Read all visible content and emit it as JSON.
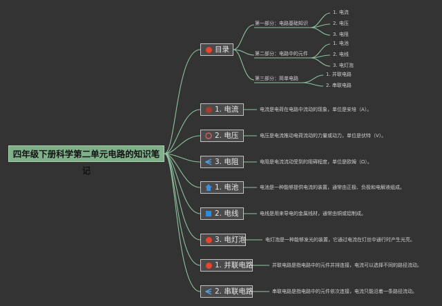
{
  "root": {
    "title": "四年级下册科学第二单元电路的知识笔记"
  },
  "toc": {
    "label": "目录",
    "parts": [
      {
        "label": "第一部分：电路基础知识",
        "items": [
          "1. 电流",
          "2. 电压",
          "3. 电阻"
        ]
      },
      {
        "label": "第二部分：电路中的元件",
        "items": [
          "1. 电池",
          "2. 电线",
          "3. 电灯泡"
        ]
      },
      {
        "label": "第三部分：简单电路",
        "items": [
          "1. 并联电路",
          "2. 串联电路"
        ]
      }
    ]
  },
  "topics": [
    {
      "label": "1. 电流",
      "icon": "red-circle-icon",
      "desc": "电流是电荷在电路中流动的现象，单位是安培（A）。"
    },
    {
      "label": "2. 电压",
      "icon": "pink-circle-icon",
      "desc": "电压是电流推动电荷流动的力量或动力，单位是伏特（V）。"
    },
    {
      "label": "3. 电阻",
      "icon": "blue-arrow-icon",
      "desc": "电阻是电流流动受到的阻碍程度，单位是欧姆（Ω）。"
    },
    {
      "label": "1. 电池",
      "icon": "blue-house-icon",
      "desc": "电池是一种能够提供电流的装置，通常由正极、负极和电解液组成。"
    },
    {
      "label": "2. 电线",
      "icon": "blue-square-icon",
      "desc": "电线是用来导电的金属线材，通常由铜或铝制成。"
    },
    {
      "label": "3. 电灯泡",
      "icon": "red-circle-icon",
      "desc": "电灯泡是一种能够发光的装置，它通过电流在灯丝中通行时产生光亮。"
    },
    {
      "label": "1. 并联电路",
      "icon": "red-circle-icon",
      "desc": "并联电路是指电路中的元件并排连接，电流可以选择不同的路径流动。"
    },
    {
      "label": "2. 串联电路",
      "icon": "blue-arrow-icon",
      "desc": "串联电路是指电路中的元件依次连接，电流只能沿着一条路径流动。"
    }
  ],
  "colors": {
    "background": "#333333",
    "root": "#7fb08a",
    "connector": "#8fc4a0",
    "accent_red": "#e8452c",
    "accent_blue": "#2f8be0"
  }
}
